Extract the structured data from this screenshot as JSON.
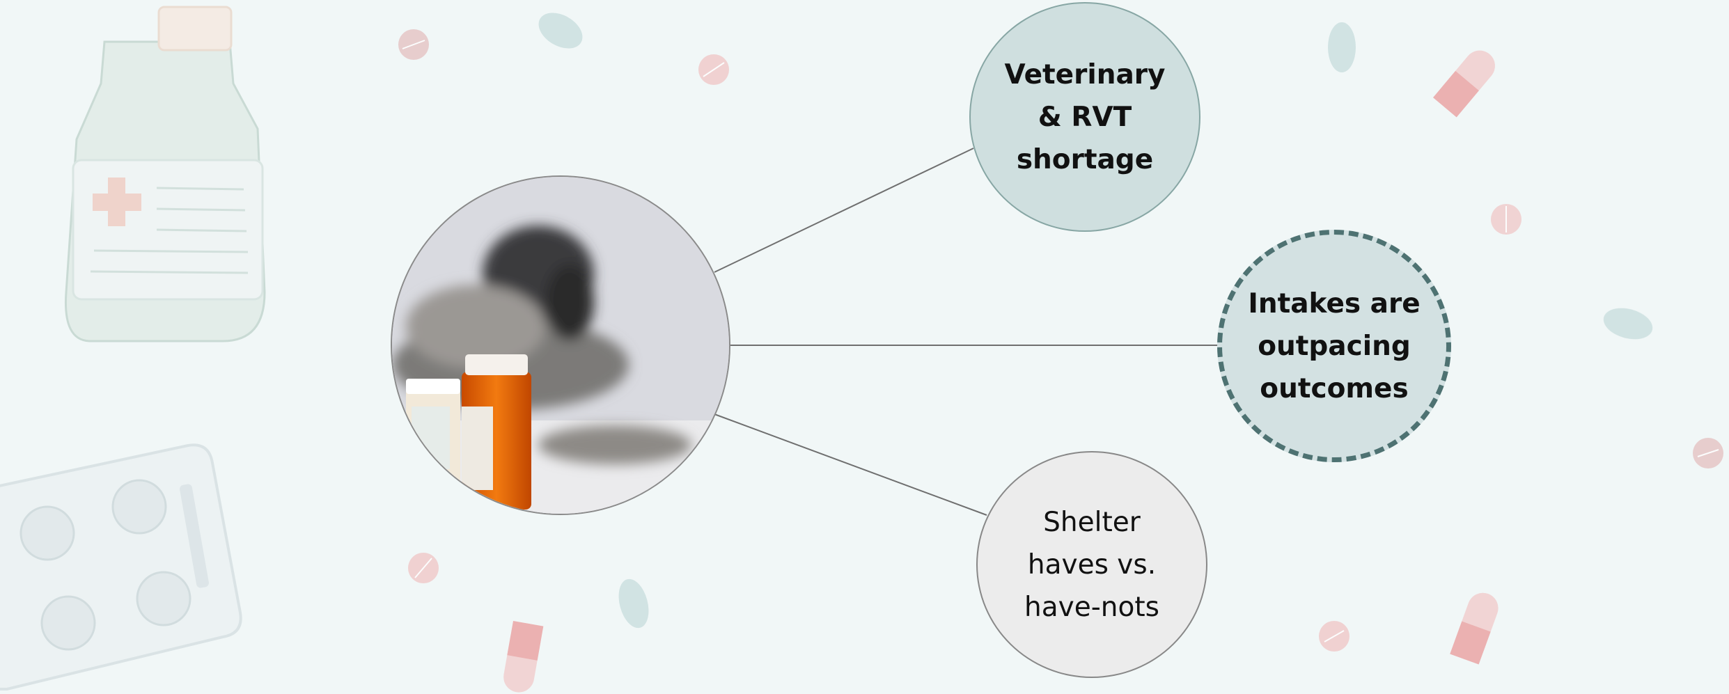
{
  "nodes": {
    "vet": "Veterinary\n& RVT\nshortage",
    "intakes": "Intakes are\noutpacing\noutcomes",
    "shelter": "Shelter\nhaves vs.\nhave-nots"
  },
  "colors": {
    "background": "#f1f7f7",
    "connector": "#6f6f6f",
    "vet_fill": "#cfdfdf",
    "intakes_fill": "#d3e1e2",
    "intakes_border": "#4e7272",
    "shelter_fill": "#ececec",
    "pill_red": "#e6a8a8",
    "pill_teal": "#bcd6d6"
  },
  "icons": [
    "medicine-bottle-icon",
    "blister-pack-icon",
    "capsule-icon",
    "tablet-icon",
    "pill-icon"
  ]
}
